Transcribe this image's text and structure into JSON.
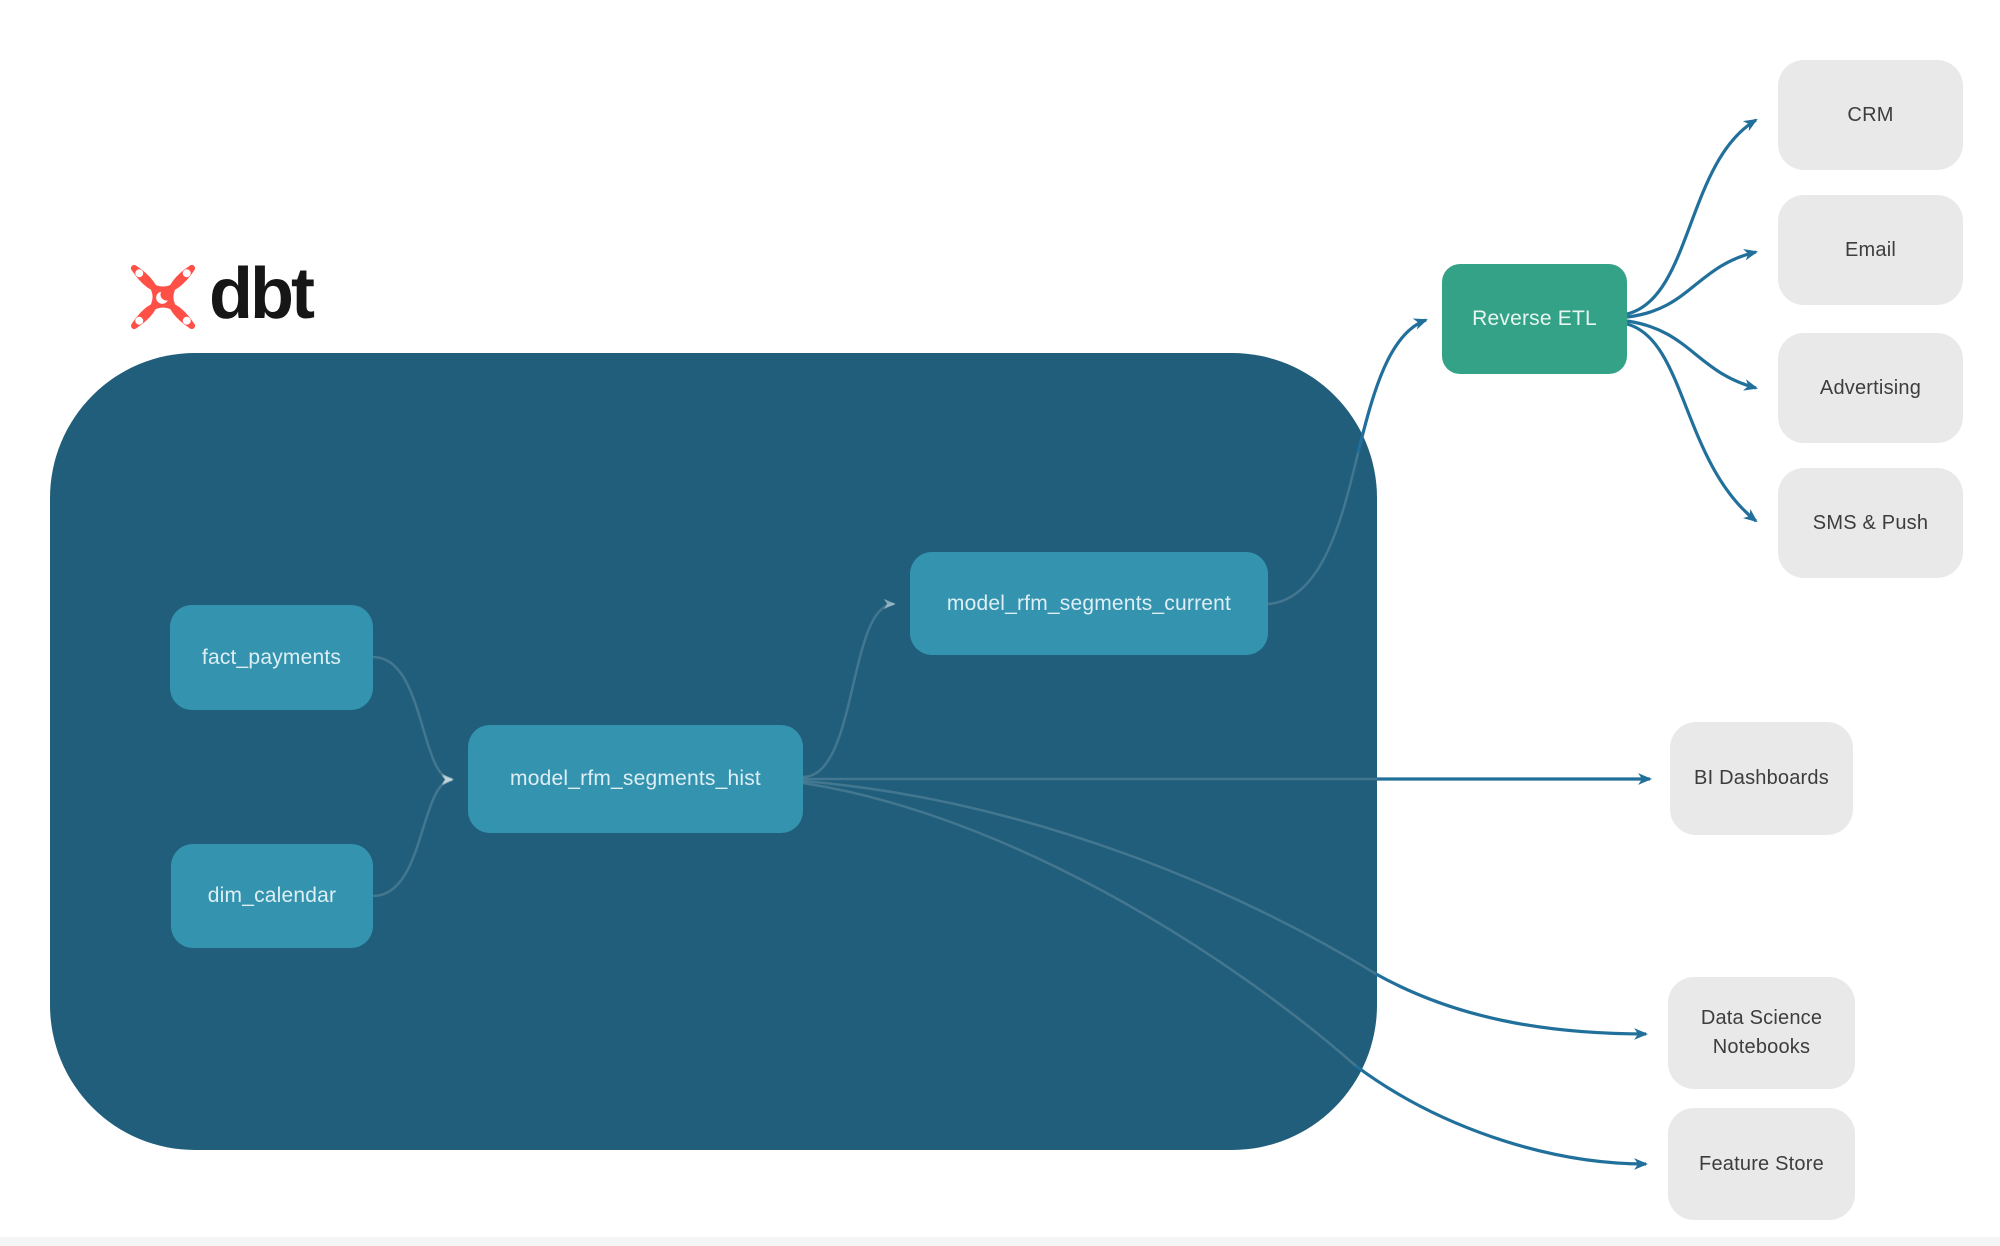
{
  "logo": {
    "text": "dbt",
    "icon": "dbt-logo-icon",
    "brand_color": "#ff5048"
  },
  "nodes": {
    "fact_payments": "fact_payments",
    "dim_calendar": "dim_calendar",
    "model_rfm_segments_hist": "model_rfm_segments_hist",
    "model_rfm_segments_current": "model_rfm_segments_current",
    "reverse_etl": "Reverse ETL",
    "crm": "CRM",
    "email": "Email",
    "advertising": "Advertising",
    "sms_push": "SMS & Push",
    "bi_dashboards": "BI Dashboards",
    "data_science_notebooks": "Data Science Notebooks",
    "feature_store": "Feature Store"
  },
  "edges": [
    {
      "from": "fact_payments",
      "to": "model_rfm_segments_hist"
    },
    {
      "from": "dim_calendar",
      "to": "model_rfm_segments_hist"
    },
    {
      "from": "model_rfm_segments_hist",
      "to": "model_rfm_segments_current"
    },
    {
      "from": "model_rfm_segments_current",
      "to": "reverse_etl"
    },
    {
      "from": "reverse_etl",
      "to": "crm"
    },
    {
      "from": "reverse_etl",
      "to": "email"
    },
    {
      "from": "reverse_etl",
      "to": "advertising"
    },
    {
      "from": "reverse_etl",
      "to": "sms_push"
    },
    {
      "from": "model_rfm_segments_hist",
      "to": "bi_dashboards"
    },
    {
      "from": "model_rfm_segments_hist",
      "to": "data_science_notebooks"
    },
    {
      "from": "model_rfm_segments_hist",
      "to": "feature_store"
    }
  ],
  "colors": {
    "warehouse_container": "#205e7b",
    "model_node": "#3494af",
    "reverse_etl_node": "#33a287",
    "destination_node": "#e9e9e9",
    "arrow": "#21709b",
    "logo_orange": "#ff5048",
    "node_text_light": "#ddeef4",
    "node_text_dark": "#3d3d3d"
  }
}
